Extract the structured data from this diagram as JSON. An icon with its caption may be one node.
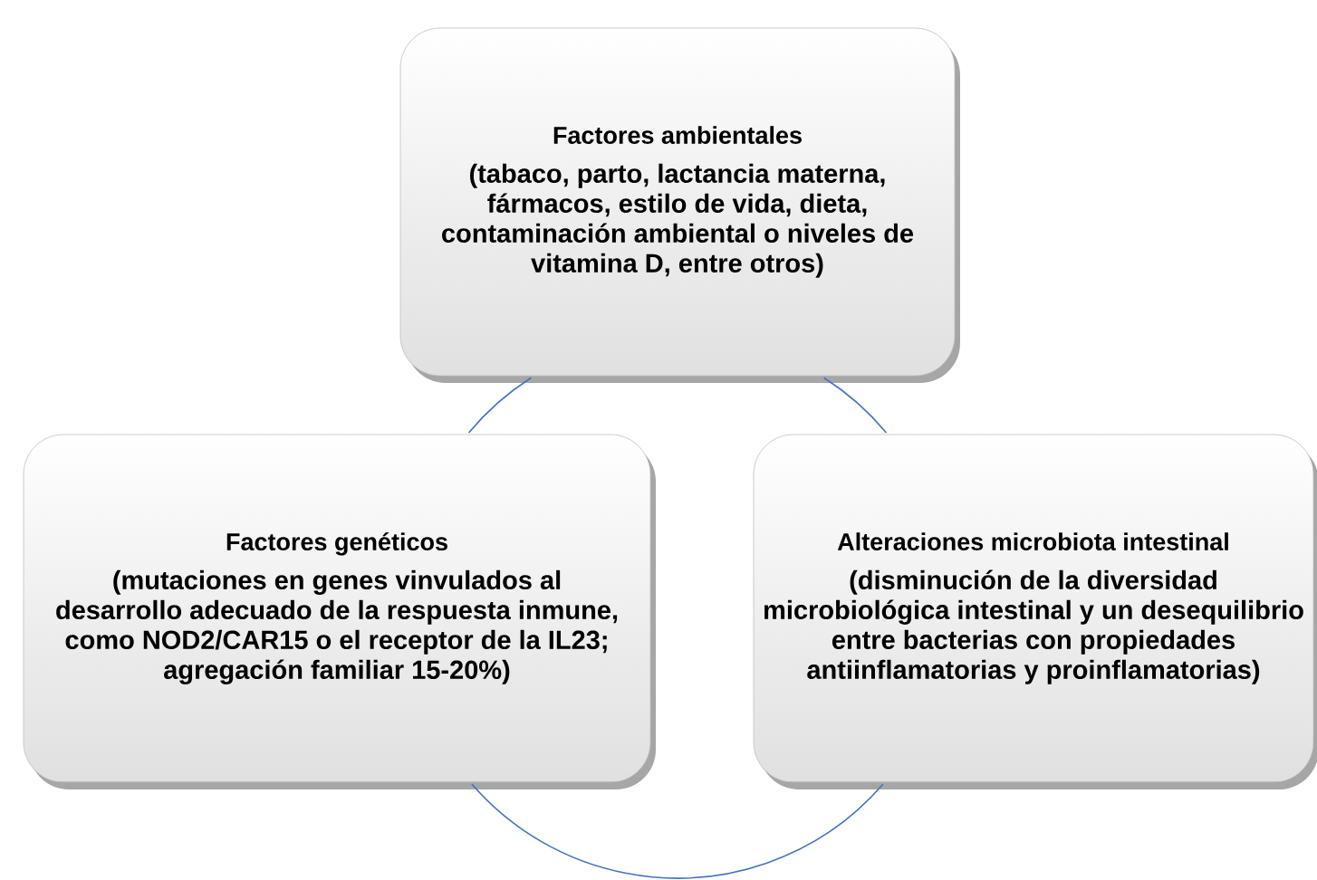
{
  "diagram": {
    "nodes": [
      {
        "text": [
          "Factores ambientales",
          "(tabaco, parto, lactancia materna, fármacos, estilo de vida, dieta, contaminación ambiental o niveles de vitamina D, entre otros)"
        ]
      },
      {
        "text": [
          "Factores genéticos",
          "(mutaciones en genes vinvulados al desarrollo adecuado de la respuesta inmune, como NOD2/CAR15 o el receptor de la IL23; agregación familiar 15-20%)"
        ]
      },
      {
        "text": [
          "Alteraciones microbiota intestinal",
          "(disminución de la diversidad microbiológica intestinal y un desequilibrio entre bacterias con propiedades antiinflamatorias y proinflamatorias)"
        ]
      }
    ],
    "edges": [
      {
        "from": 0,
        "to": 2,
        "arrow": "none"
      },
      {
        "from": 2,
        "to": 1,
        "arrow": "none"
      },
      {
        "from": 1,
        "to": 0,
        "arrow": "none"
      }
    ]
  }
}
